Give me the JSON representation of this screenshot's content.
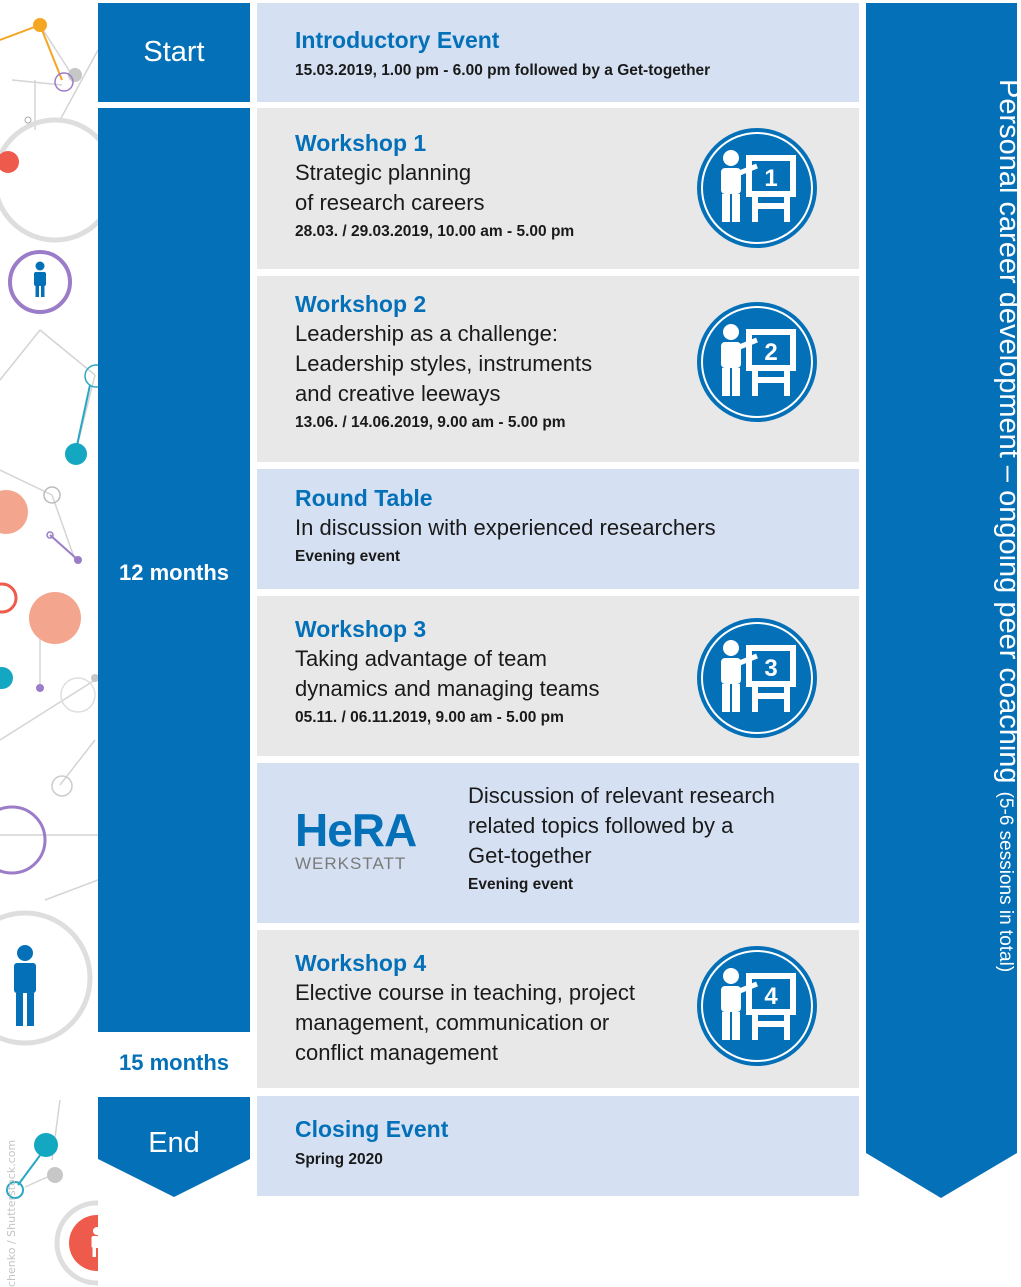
{
  "timeline": {
    "start_label": "Start",
    "months12_label": "12 months",
    "months15_label": "15 months",
    "end_label": "End"
  },
  "events": {
    "intro": {
      "title": "Introductory Event",
      "date": "15.03.2019, 1.00 pm - 6.00 pm followed by a Get-together"
    },
    "workshop1": {
      "title": "Workshop 1",
      "body": "Strategic planning\nof research careers",
      "date": "28.03. / 29.03.2019, 10.00 am - 5.00 pm",
      "icon_number": "1"
    },
    "workshop2": {
      "title": "Workshop 2",
      "body": "Leadership as a challenge:\nLeadership styles, instruments\nand creative leeways",
      "date": "13.06. / 14.06.2019, 9.00 am - 5.00 pm",
      "icon_number": "2"
    },
    "roundtable": {
      "title": "Round Table",
      "body": "In discussion with experienced researchers",
      "date": "Evening event"
    },
    "workshop3": {
      "title": "Workshop 3",
      "body": "Taking advantage of team\ndynamics and managing teams",
      "date": "05.11. / 06.11.2019, 9.00 am - 5.00 pm",
      "icon_number": "3"
    },
    "hera": {
      "logo_top": "HeRA",
      "logo_bottom": "WERKSTATT",
      "body": "Discussion of relevant research\nrelated topics followed by a\nGet-together",
      "date": "Evening event"
    },
    "workshop4": {
      "title": "Workshop 4",
      "body": "Elective course in teaching, project\nmanagement, communication or\nconflict management",
      "icon_number": "4"
    },
    "closing": {
      "title": "Closing Event",
      "date": "Spring 2020"
    }
  },
  "banner": {
    "main_text": "Personal career development – ongoing peer coaching",
    "sub_text": "(5-6 sessions in total)"
  },
  "credit": "chenko / Shutterstock.com",
  "colors": {
    "brand_blue": "#0470b8",
    "panel_blue": "#d5e1f3",
    "panel_grey": "#e8e8e9"
  },
  "icons": [
    "presentation-icon",
    "person-icon"
  ]
}
